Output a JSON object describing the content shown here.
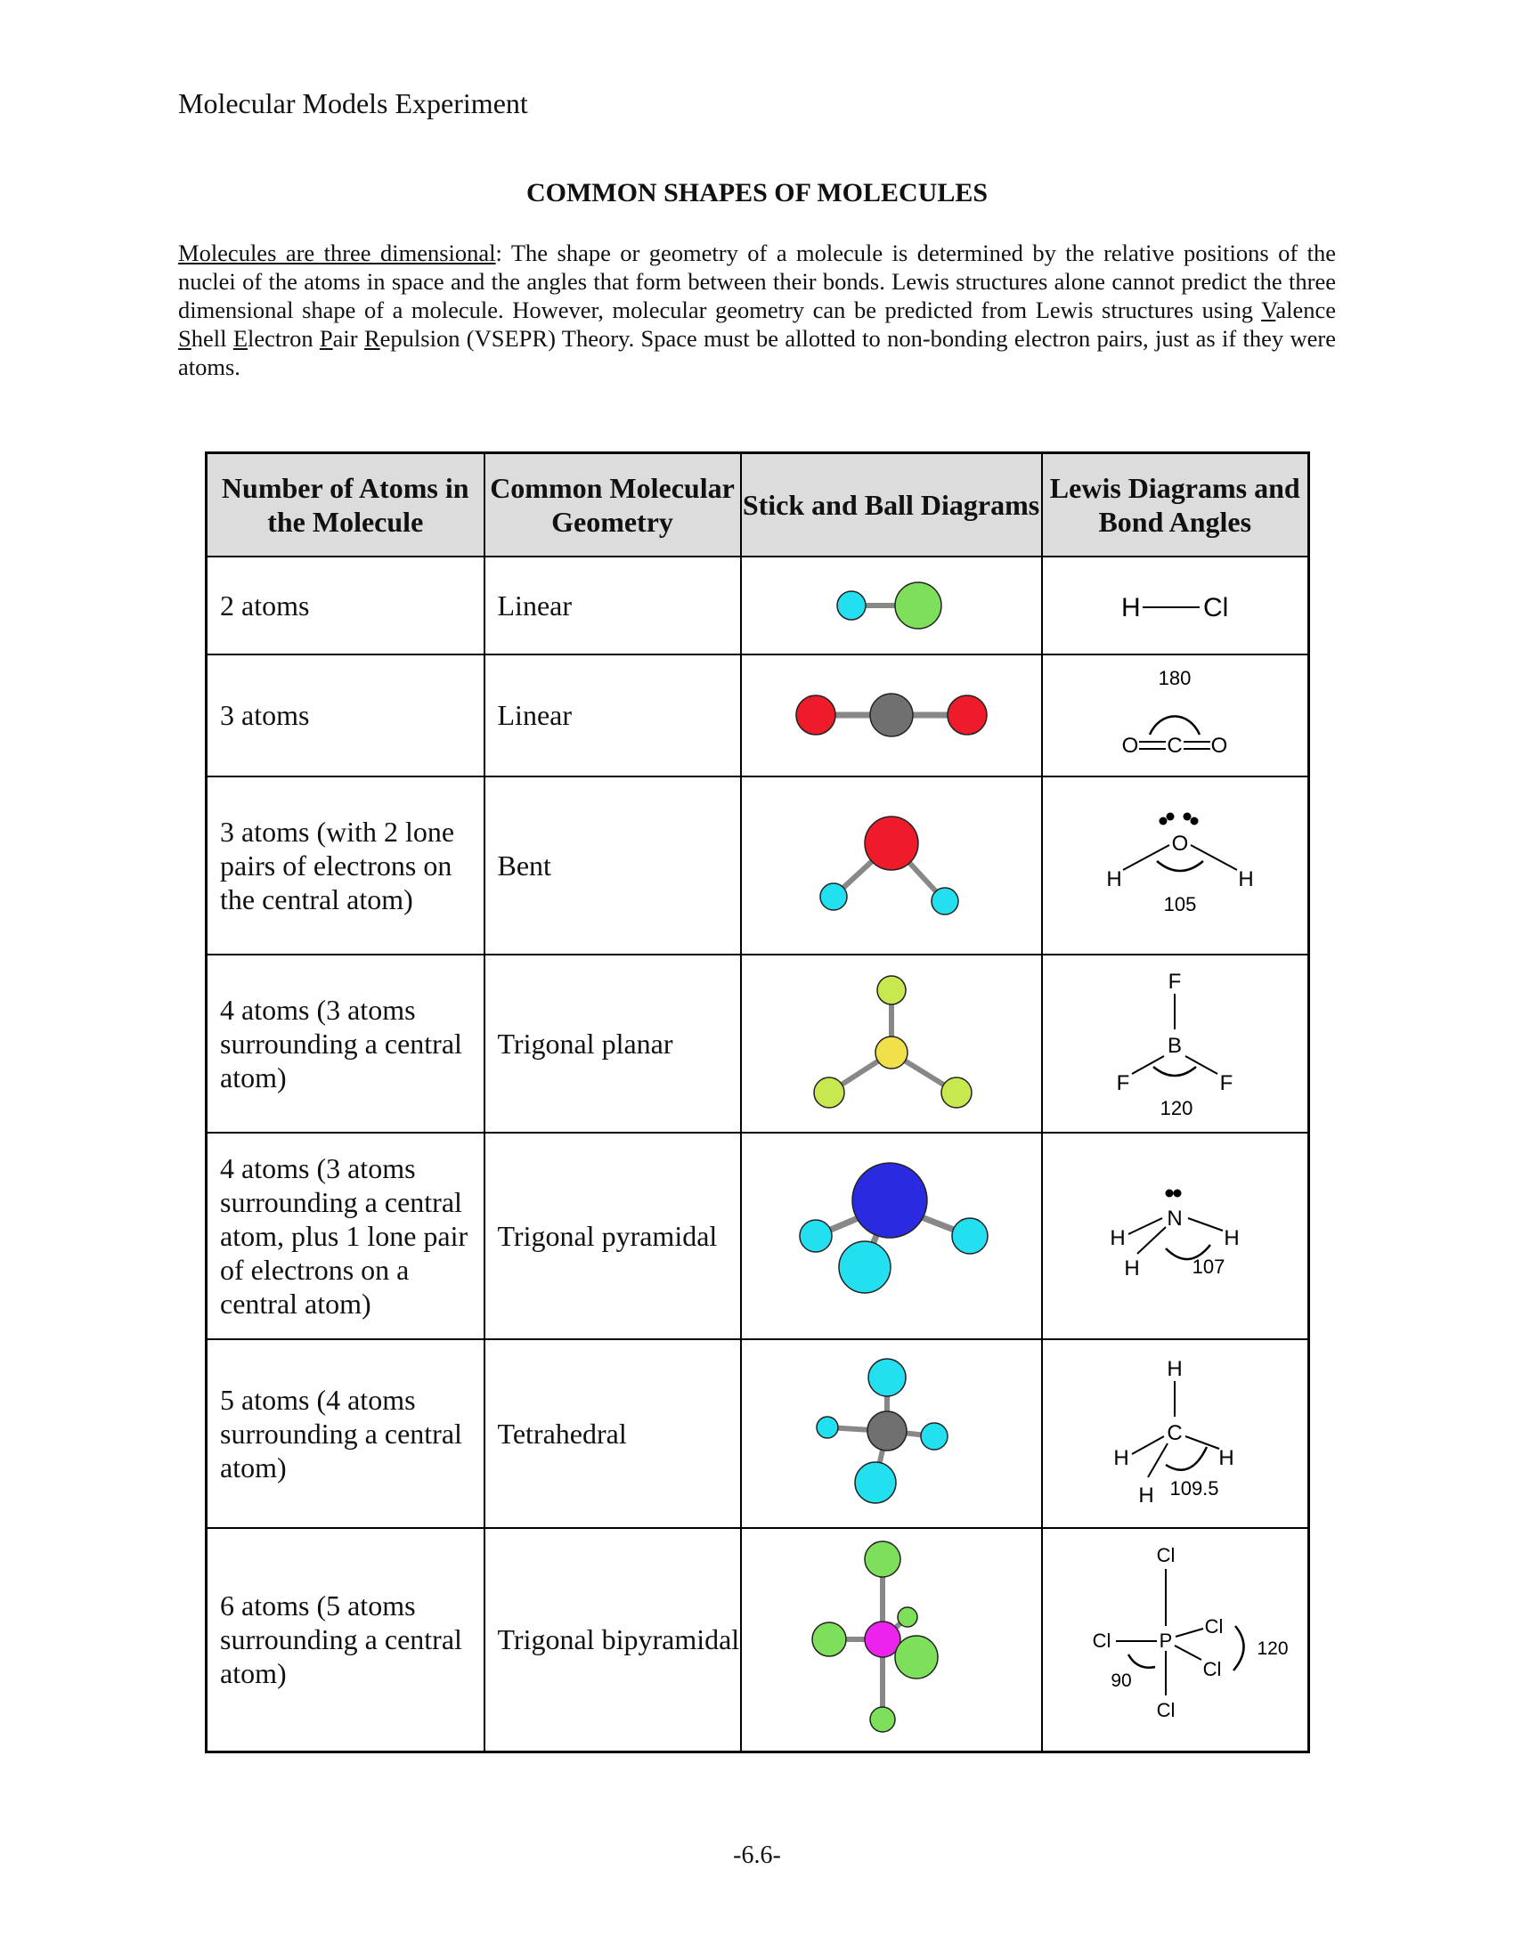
{
  "header": "Molecular Models Experiment",
  "title": "COMMON SHAPES OF MOLECULES",
  "intro": {
    "underlined_lead": "Molecules are three dimensional",
    "text1": ": The shape or geometry of a molecule is determined by the relative positions of the nuclei of the atoms in space and the angles that form between their bonds.  Lewis structures alone cannot predict the three dimensional shape of a molecule. However, molecular geometry can be predicted from Lewis structures using ",
    "v": "V",
    "alence": "alence ",
    "s": "S",
    "hell": "hell ",
    "e": "E",
    "lectron": "lectron ",
    "p": "P",
    "air": "air ",
    "r": "R",
    "epulsion": "epulsion (VSEPR) Theory. Space must be allotted to non-bonding electron pairs, just as if they were atoms."
  },
  "table": {
    "headers": [
      "Number of Atoms in the Molecule",
      "Common Molecular Geometry",
      "Stick and Ball Diagrams",
      "Lewis Diagrams and Bond Angles"
    ],
    "rows": [
      {
        "atoms": "2 atoms",
        "geometry": "Linear"
      },
      {
        "atoms": "3 atoms",
        "geometry": "Linear"
      },
      {
        "atoms": "3 atoms (with 2 lone pairs of electrons on the central atom)",
        "geometry": "Bent"
      },
      {
        "atoms": "4 atoms (3 atoms surrounding a central atom)",
        "geometry": "Trigonal planar"
      },
      {
        "atoms": "4 atoms (3 atoms surrounding a central atom, plus 1 lone pair of electrons on a central atom)",
        "geometry": "Trigonal pyramidal"
      },
      {
        "atoms": "5 atoms (4 atoms surrounding a central atom)",
        "geometry": "Tetrahedral"
      },
      {
        "atoms": "6 atoms (5 atoms surrounding a central atom)",
        "geometry": "Trigonal bipyramidal"
      }
    ],
    "lewis": {
      "hcl": {
        "h": "H",
        "cl": "Cl"
      },
      "co2": {
        "angle": "180",
        "o1": "O",
        "c": "C",
        "o2": "O"
      },
      "h2o": {
        "o": "O",
        "h1": "H",
        "h2": "H",
        "angle": "105"
      },
      "bf3": {
        "f1": "F",
        "b": "B",
        "f2": "F",
        "f3": "F",
        "angle": "120"
      },
      "nh3": {
        "n": "N",
        "h1": "H",
        "h2": "H",
        "h3": "H",
        "angle": "107"
      },
      "ch4": {
        "h_top": "H",
        "c": "C",
        "h_left": "H",
        "h_right": "H",
        "h_bottom": "H",
        "angle": "109.5"
      },
      "pcl5": {
        "cl_top": "Cl",
        "cl_left": "Cl",
        "p": "P",
        "cl_r1": "Cl",
        "cl_r2": "Cl",
        "cl_bottom": "Cl",
        "angle_eq": "120",
        "angle_ax": "90"
      }
    }
  },
  "colors": {
    "cyan": "#22e0f0",
    "green": "#7ee05a",
    "red": "#ee1c2a",
    "gray": "#707070",
    "yellow": "#f0e04a",
    "yellowgreen": "#c8e850",
    "blue": "#2a2ae0",
    "magenta": "#ee22ee"
  },
  "footer": "-6.6-"
}
